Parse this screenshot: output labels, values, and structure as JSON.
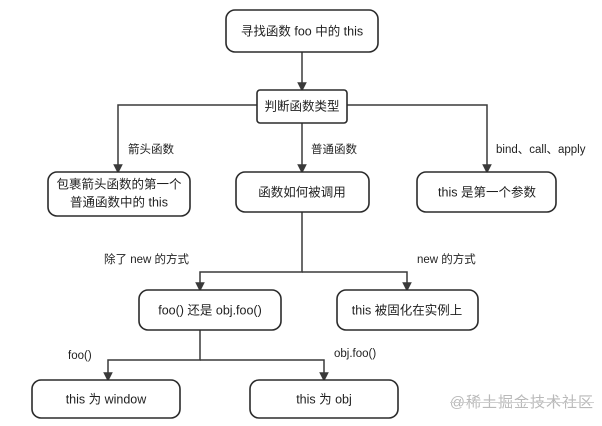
{
  "diagram": {
    "title": "this-resolution-flowchart",
    "background_color": "#ffffff",
    "node_stroke_color": "#2b2b2b",
    "edge_color": "#3a3a3a",
    "nodes": [
      {
        "id": "start",
        "text": "寻找函数 foo 中的 this"
      },
      {
        "id": "type",
        "text": "判断函数类型"
      },
      {
        "id": "arrow_result",
        "line1": "包裹箭头函数的第一个",
        "line2": "普通函数中的 this"
      },
      {
        "id": "how_called",
        "text": "函数如何被调用"
      },
      {
        "id": "first_arg",
        "text": "this 是第一个参数"
      },
      {
        "id": "foo_or_obj",
        "text": "foo() 还是 obj.foo()"
      },
      {
        "id": "new_fixed",
        "text": "this 被固化在实例上"
      },
      {
        "id": "this_window",
        "text": "this 为 window"
      },
      {
        "id": "this_obj",
        "text": "this 为 obj"
      }
    ],
    "edge_labels": [
      {
        "id": "arrow_fn",
        "text": "箭头函数"
      },
      {
        "id": "normal_fn",
        "text": "普通函数"
      },
      {
        "id": "bind_call",
        "text": "bind、call、apply"
      },
      {
        "id": "except_new",
        "text": "除了 new 的方式"
      },
      {
        "id": "new_way",
        "text": "new 的方式"
      },
      {
        "id": "foo_call",
        "text": "foo()"
      },
      {
        "id": "objfoo_call",
        "text": "obj.foo()"
      }
    ]
  },
  "watermark": {
    "text": "@稀土掘金技术社区",
    "color": "#b9b9b9"
  }
}
